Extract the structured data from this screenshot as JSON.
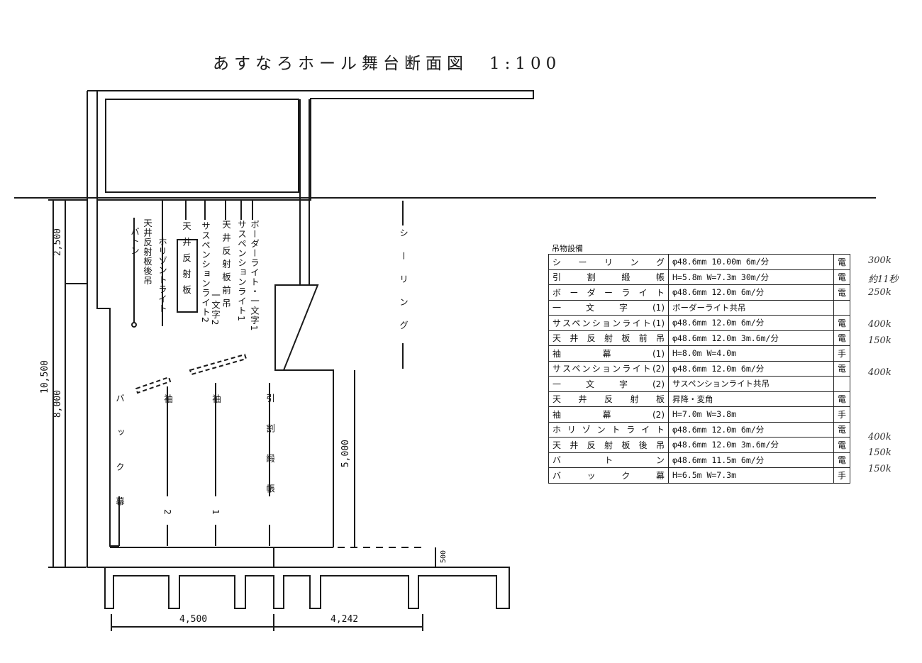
{
  "title": "あすなろホール舞台断面図　1:100",
  "section_labels": {
    "baton": "バトン",
    "ceiling_reflector_rear": "天井反射板後吊",
    "horizon_light": "ホリゾントライト",
    "ceiling_reflector": "天井反射板",
    "suspension_light_2": "サスペンションライト2",
    "ichimonji_2": "一文字2",
    "ceiling_reflector_front": "天井反射板前吊",
    "suspension_light_1": "サスペンションライト1",
    "border_light_ichimonji_1": "ボーダーライト・一文字1",
    "ceiling": "シーリング",
    "back_curtain": "バック幕",
    "sode_2_char": "袖",
    "sode_2_num": "2",
    "sode_1_char": "袖",
    "sode_1_num": "1",
    "hikiwari": "引割緞帳"
  },
  "dimensions": {
    "d2500": "2,500",
    "d10500": "10,500",
    "d8000": "8,000",
    "d5000": "5,000",
    "d500": "500",
    "d4500": "4,500",
    "d4242": "4,242"
  },
  "table": {
    "caption": "吊物設備",
    "rows": [
      {
        "name": "シーリング",
        "spec": "φ48.6mm 10.00m 6m/分",
        "op": "電",
        "note": "300k"
      },
      {
        "name": "引割緞帳",
        "spec": "H=5.8m W=7.3m 30m/分",
        "op": "電",
        "note": "約11秒"
      },
      {
        "name": "ボーダーライト",
        "spec": "φ48.6mm 12.0m 6m/分",
        "op": "電",
        "note": "250k"
      },
      {
        "name": "一文字(1)",
        "spec": "ボーダーライト共吊",
        "op": "",
        "note": ""
      },
      {
        "name": "サスペンションライト(1)",
        "spec": "φ48.6mm 12.0m 6m/分",
        "op": "電",
        "note": "400k"
      },
      {
        "name": "天井反射板前吊",
        "spec": "φ48.6mm 12.0m 3m.6m/分",
        "op": "電",
        "note": "150k"
      },
      {
        "name": "袖幕(1)",
        "spec": "H=8.0m W=4.0m",
        "op": "手",
        "note": ""
      },
      {
        "name": "サスペンションライト(2)",
        "spec": "φ48.6mm 12.0m 6m/分",
        "op": "電",
        "note": "400k"
      },
      {
        "name": "一文字(2)",
        "spec": "サスペンションライト共吊",
        "op": "",
        "note": ""
      },
      {
        "name": "天井反射板",
        "spec": "昇降・変角",
        "op": "電",
        "note": ""
      },
      {
        "name": "袖幕(2)",
        "spec": "H=7.0m W=3.8m",
        "op": "手",
        "note": ""
      },
      {
        "name": "ホリゾントライト",
        "spec": "φ48.6mm 12.0m 6m/分",
        "op": "電",
        "note": "400k"
      },
      {
        "name": "天井反射板後吊",
        "spec": "φ48.6mm 12.0m 3m.6m/分",
        "op": "電",
        "note": "150k"
      },
      {
        "name": "バトン",
        "spec": "φ48.6mm 11.5m 6m/分",
        "op": "電",
        "note": "150k"
      },
      {
        "name": "バック幕",
        "spec": "H=6.5m W=7.3m",
        "op": "手",
        "note": ""
      }
    ]
  }
}
